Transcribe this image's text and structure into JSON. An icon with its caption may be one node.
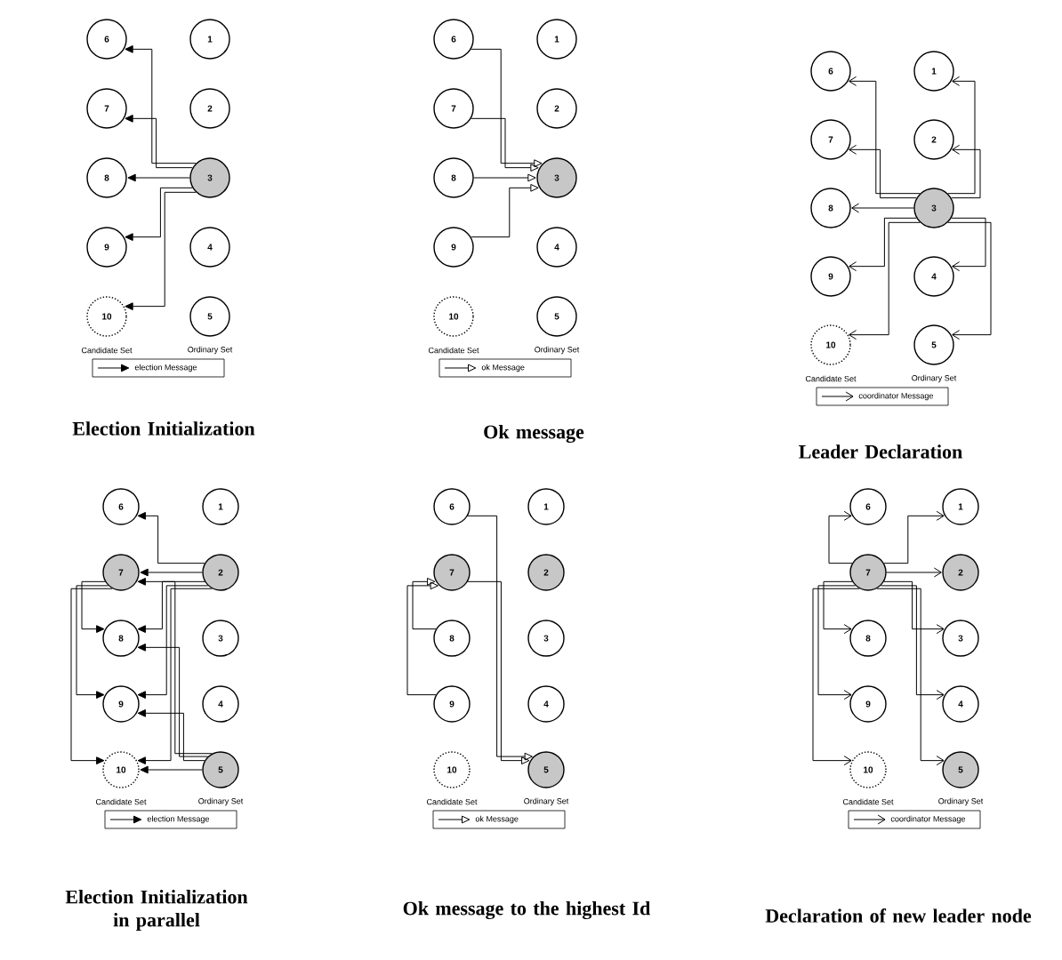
{
  "diagram": {
    "nodes": [
      {
        "text": [
          "6"
        ]
      },
      {
        "text": [
          "1"
        ]
      },
      {
        "text": [
          "7"
        ]
      },
      {
        "text": [
          "2"
        ]
      },
      {
        "text": [
          "8"
        ]
      },
      {
        "text": [
          "3"
        ]
      },
      {
        "text": [
          "9"
        ]
      },
      {
        "text": [
          "4"
        ]
      },
      {
        "text": [
          "10"
        ]
      },
      {
        "text": [
          "5"
        ]
      },
      {
        "text": [
          "6"
        ]
      },
      {
        "text": [
          "1"
        ]
      },
      {
        "text": [
          "7"
        ]
      },
      {
        "text": [
          "2"
        ]
      },
      {
        "text": [
          "8"
        ]
      },
      {
        "text": [
          "3"
        ]
      },
      {
        "text": [
          "9"
        ]
      },
      {
        "text": [
          "4"
        ]
      },
      {
        "text": [
          "10"
        ]
      },
      {
        "text": [
          "5"
        ]
      },
      {
        "text": [
          "6"
        ]
      },
      {
        "text": [
          "1"
        ]
      },
      {
        "text": [
          "7"
        ]
      },
      {
        "text": [
          "2"
        ]
      },
      {
        "text": [
          "8"
        ]
      },
      {
        "text": [
          "3"
        ]
      },
      {
        "text": [
          "9"
        ]
      },
      {
        "text": [
          "4"
        ]
      },
      {
        "text": [
          "10"
        ]
      },
      {
        "text": [
          "5"
        ]
      },
      {
        "text": [
          "6"
        ]
      },
      {
        "text": [
          "1"
        ]
      },
      {
        "text": [
          "7"
        ]
      },
      {
        "text": [
          "2"
        ]
      },
      {
        "text": [
          "8"
        ]
      },
      {
        "text": [
          "3"
        ]
      },
      {
        "text": [
          "9"
        ]
      },
      {
        "text": [
          "4"
        ]
      },
      {
        "text": [
          "10"
        ]
      },
      {
        "text": [
          "5"
        ]
      },
      {
        "text": [
          "6"
        ]
      },
      {
        "text": [
          "1"
        ]
      },
      {
        "text": [
          "7"
        ]
      },
      {
        "text": [
          "2"
        ]
      },
      {
        "text": [
          "8"
        ]
      },
      {
        "text": [
          "3"
        ]
      },
      {
        "text": [
          "9"
        ]
      },
      {
        "text": [
          "4"
        ]
      },
      {
        "text": [
          "10"
        ]
      },
      {
        "text": [
          "5"
        ]
      },
      {
        "text": [
          "6"
        ]
      },
      {
        "text": [
          "1"
        ]
      },
      {
        "text": [
          "7"
        ]
      },
      {
        "text": [
          "2"
        ]
      },
      {
        "text": [
          "8"
        ]
      },
      {
        "text": [
          "3"
        ]
      },
      {
        "text": [
          "9"
        ]
      },
      {
        "text": [
          "4"
        ]
      },
      {
        "text": [
          "10"
        ]
      },
      {
        "text": [
          "5"
        ]
      }
    ],
    "edges": [
      {
        "from": 5,
        "to": 0,
        "arrow": "to"
      },
      {
        "from": 5,
        "to": 2,
        "arrow": "to"
      },
      {
        "from": 5,
        "to": 4,
        "arrow": "to"
      },
      {
        "from": 5,
        "to": 6,
        "arrow": "to"
      },
      {
        "from": 5,
        "to": 8,
        "arrow": "to"
      },
      {
        "from": 10,
        "to": 15,
        "arrow": "to"
      },
      {
        "from": 12,
        "to": 15,
        "arrow": "to"
      },
      {
        "from": 14,
        "to": 15,
        "arrow": "to"
      },
      {
        "from": 16,
        "to": 15,
        "arrow": "to"
      },
      {
        "from": 25,
        "to": 20,
        "arrow": "to"
      },
      {
        "from": 25,
        "to": 22,
        "arrow": "to"
      },
      {
        "from": 25,
        "to": 24,
        "arrow": "to"
      },
      {
        "from": 25,
        "to": 26,
        "arrow": "to"
      },
      {
        "from": 25,
        "to": 28,
        "arrow": "to"
      },
      {
        "from": 25,
        "to": 21,
        "arrow": "to"
      },
      {
        "from": 25,
        "to": 23,
        "arrow": "to"
      },
      {
        "from": 25,
        "to": 27,
        "arrow": "to"
      },
      {
        "from": 25,
        "to": 29,
        "arrow": "to"
      },
      {
        "from": 33,
        "to": 30,
        "arrow": "to"
      },
      {
        "from": 33,
        "to": 32,
        "arrow": "to"
      },
      {
        "from": 33,
        "to": 34,
        "arrow": "to"
      },
      {
        "from": 33,
        "to": 36,
        "arrow": "to"
      },
      {
        "from": 33,
        "to": 38,
        "arrow": "to"
      },
      {
        "from": 39,
        "to": 32,
        "arrow": "to"
      },
      {
        "from": 39,
        "to": 34,
        "arrow": "to"
      },
      {
        "from": 39,
        "to": 36,
        "arrow": "to"
      },
      {
        "from": 39,
        "to": 38,
        "arrow": "to"
      },
      {
        "from": 32,
        "to": 34,
        "arrow": "to"
      },
      {
        "from": 32,
        "to": 36,
        "arrow": "to"
      },
      {
        "from": 32,
        "to": 38,
        "arrow": "to"
      },
      {
        "from": 40,
        "to": 49,
        "arrow": "to"
      },
      {
        "from": 42,
        "to": 49,
        "arrow": "to"
      },
      {
        "from": 44,
        "to": 42,
        "arrow": "to"
      },
      {
        "from": 46,
        "to": 42,
        "arrow": "to"
      },
      {
        "from": 52,
        "to": 50,
        "arrow": "to"
      },
      {
        "from": 52,
        "to": 51,
        "arrow": "to"
      },
      {
        "from": 52,
        "to": 53,
        "arrow": "to"
      },
      {
        "from": 52,
        "to": 54,
        "arrow": "to"
      },
      {
        "from": 52,
        "to": 55,
        "arrow": "to"
      },
      {
        "from": 52,
        "to": 56,
        "arrow": "to"
      },
      {
        "from": 52,
        "to": 57,
        "arrow": "to"
      },
      {
        "from": 52,
        "to": 58,
        "arrow": "to"
      },
      {
        "from": 52,
        "to": 59,
        "arrow": "to"
      }
    ],
    "labels": [
      "Candidate Set",
      "Ordinary Set",
      "Candidate Set",
      "Ordinary Set",
      "Candidate Set",
      "Ordinary Set",
      "Candidate Set",
      "Ordinary Set",
      "Candidate Set",
      "Ordinary Set",
      "Candidate Set",
      "Ordinary Set",
      "Election Initialization",
      "Ok message",
      "Leader Declaration",
      "Election Initialization in parallel",
      "Ok message to the highest Id",
      "Declaration of new leader node"
    ],
    "legend": [
      {
        "text": "election Message"
      },
      {
        "text": "ok Message"
      },
      {
        "text": "coordinator Message"
      },
      {
        "text": "election Message"
      },
      {
        "text": "ok Message"
      },
      {
        "text": "coordinator Message"
      }
    ]
  }
}
